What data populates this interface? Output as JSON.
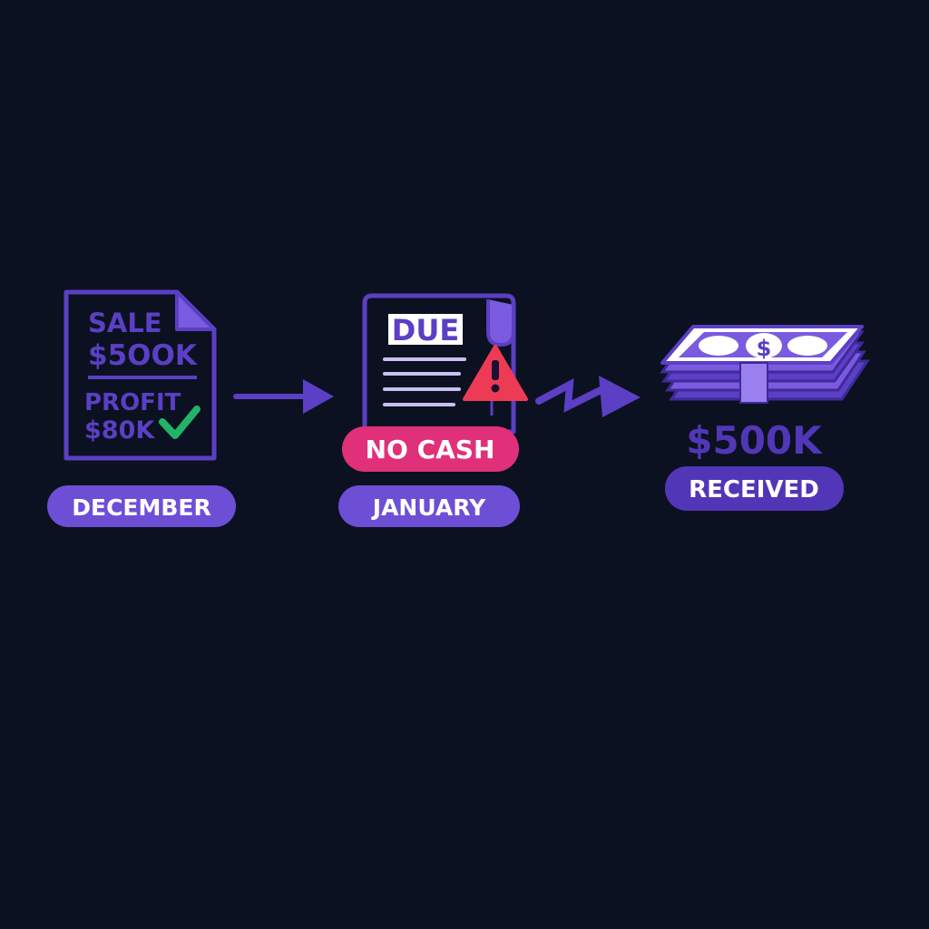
{
  "colors": {
    "background": "#0b1120",
    "primary": "#5b3fc4",
    "primary_light": "#7a5be0",
    "pill": "#6d4fd6",
    "pill_dark": "#5236b8",
    "danger_pill": "#e0307a",
    "warning": "#ee3b55",
    "check": "#22b36a",
    "text_light": "#ffffff"
  },
  "icons": {
    "invoice": "document-icon",
    "check": "checkmark-icon",
    "bill": "due-bill-icon",
    "warning": "warning-triangle-icon",
    "arrow": "arrow-right-icon",
    "jagged_arrow": "zigzag-arrow-icon",
    "cash": "cash-stack-icon"
  },
  "steps": {
    "december": {
      "sale_label": "SALE",
      "sale_amount": "$5OOK",
      "profit_label": "PROFIT",
      "profit_amount": "$80K",
      "month": "DECEMBER"
    },
    "january": {
      "due_label": "DUE",
      "status": "NO CASH",
      "month": "JANUARY"
    },
    "received": {
      "amount": "$500K",
      "bill_symbol": "$",
      "status": "RECEIVED"
    }
  }
}
